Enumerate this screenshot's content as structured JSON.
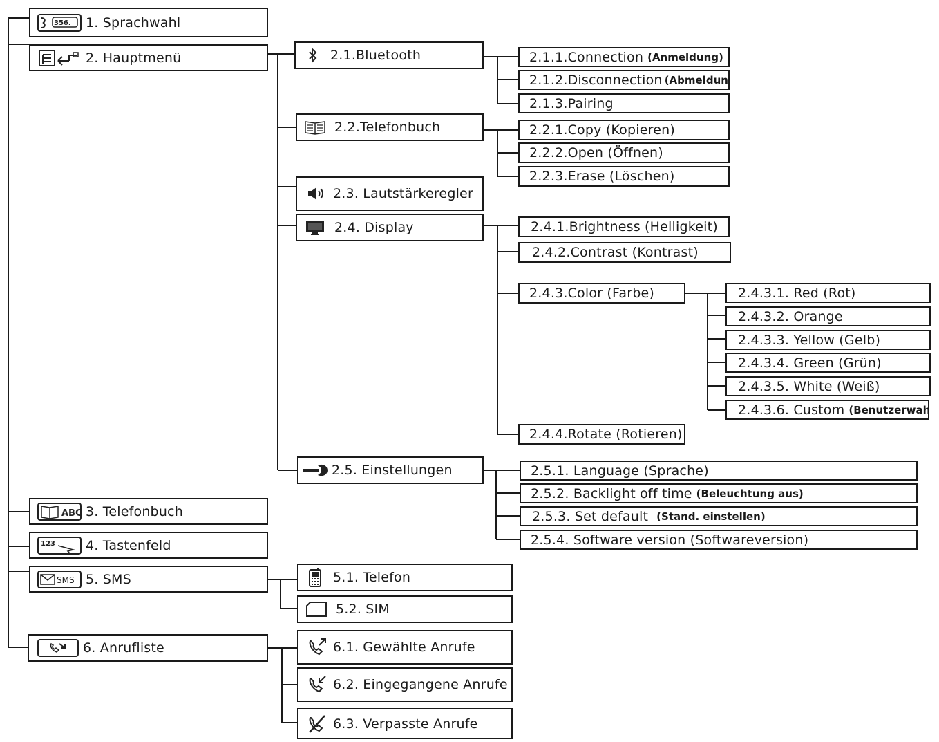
{
  "menu": {
    "sprachwahl": {
      "label": "1. Sprachwahl",
      "icon": "voice-dial-icon"
    },
    "hauptmenu": {
      "label": "2. Hauptmenü",
      "icon": "main-menu-icon"
    },
    "bluetooth": {
      "label": "2.1.Bluetooth",
      "icon": "bluetooth-icon"
    },
    "bt_connection": {
      "label": "2.1.1.Connection",
      "note": "(Anmeldung)"
    },
    "bt_disconnection": {
      "label": "2.1.2.Disconnection",
      "note": "(Abmeldung)"
    },
    "bt_pairing": {
      "label": "2.1.3.Pairing"
    },
    "telefonbuch_sub": {
      "label": "2.2.Telefonbuch",
      "icon": "phonebook-icon"
    },
    "tb_copy": {
      "label": "2.2.1.Copy (Kopieren)"
    },
    "tb_open": {
      "label": "2.2.2.Open (Öffnen)"
    },
    "tb_erase": {
      "label": "2.2.3.Erase (Löschen)"
    },
    "lautstaerke": {
      "label": "2.3. Lautstärkeregler",
      "icon": "speaker-icon"
    },
    "display": {
      "label": "2.4. Display",
      "icon": "monitor-icon"
    },
    "brightness": {
      "label": "2.4.1.Brightness (Helligkeit)"
    },
    "contrast": {
      "label": "2.4.2.Contrast (Kontrast)"
    },
    "color": {
      "label": "2.4.3.Color (Farbe)"
    },
    "red": {
      "label": "2.4.3.1. Red (Rot)"
    },
    "orange": {
      "label": "2.4.3.2. Orange"
    },
    "yellow": {
      "label": "2.4.3.3. Yellow (Gelb)"
    },
    "green": {
      "label": "2.4.3.4. Green (Grün)"
    },
    "white": {
      "label": "2.4.3.5. White (Weiß)"
    },
    "custom": {
      "label": "2.4.3.6. Custom",
      "note": "(Benutzerwahl)"
    },
    "rotate": {
      "label": "2.4.4.Rotate (Rotieren)"
    },
    "einstellungen": {
      "label": "2.5. Einstellungen",
      "icon": "wrench-icon"
    },
    "language": {
      "label": "2.5.1. Language (Sprache)"
    },
    "backlight": {
      "label": "2.5.2. Backlight off time",
      "note": "(Beleuchtung aus)"
    },
    "setdefault": {
      "label": "2.5.3. Set default",
      "note": "(Stand. einstellen)"
    },
    "software": {
      "label": "2.5.4. Software version (Softwareversion)"
    },
    "telefonbuch": {
      "label": "3. Telefonbuch",
      "icon": "phonebook-abc-icon"
    },
    "tastenfeld": {
      "label": "4. Tastenfeld",
      "icon": "keypad-icon"
    },
    "sms": {
      "label": "5. SMS",
      "icon": "sms-icon"
    },
    "sms_telefon": {
      "label": "5.1. Telefon",
      "icon": "mobile-phone-icon"
    },
    "sms_sim": {
      "label": "5.2. SIM",
      "icon": "sim-card-icon"
    },
    "anrufliste": {
      "label": "6. Anrufliste",
      "icon": "call-list-icon"
    },
    "gewaehlte": {
      "label": "6.1. Gewählte Anrufe",
      "icon": "outgoing-call-icon"
    },
    "eingegangene": {
      "label": "6.2. Eingegangene Anrufe",
      "icon": "incoming-call-icon"
    },
    "verpasste": {
      "label": "6.3. Verpasste Anrufe",
      "icon": "missed-call-icon"
    }
  },
  "icon_text": {
    "voice_dial": "356.",
    "phonebook_abc": "ABC",
    "keypad": "123",
    "sms": "SMS"
  }
}
